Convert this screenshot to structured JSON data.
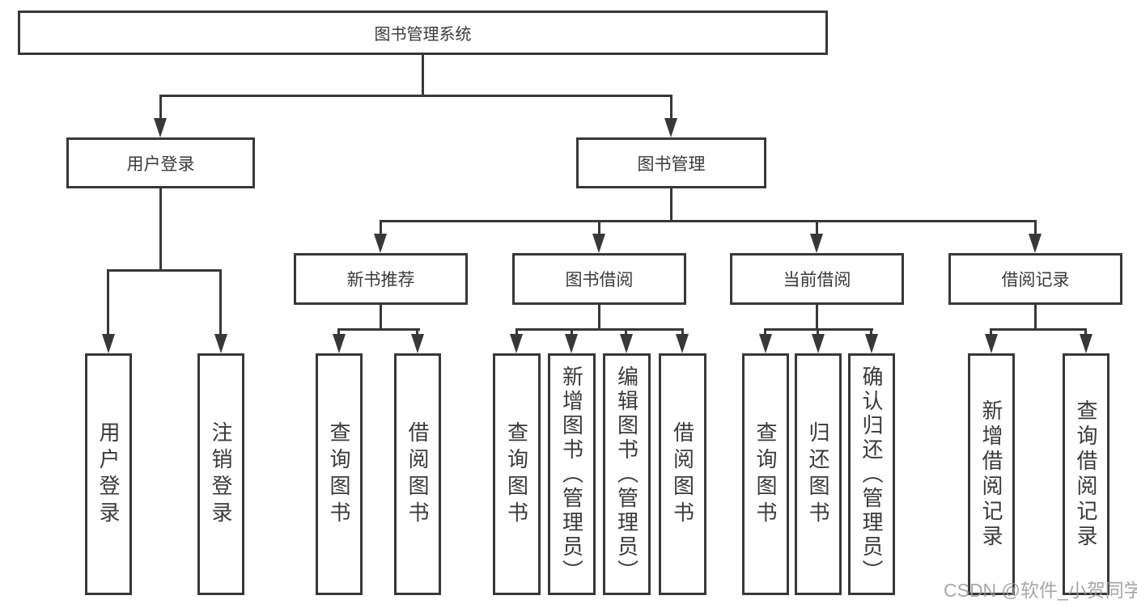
{
  "diagram": {
    "root": {
      "label": "图书管理系统"
    },
    "level1": [
      {
        "label": "用户登录",
        "children": [
          {
            "label": "用户登录"
          },
          {
            "label": "注销登录"
          }
        ]
      },
      {
        "label": "图书管理",
        "children": [
          {
            "label": "新书推荐",
            "children": [
              {
                "label": "查询图书"
              },
              {
                "label": "借阅图书"
              }
            ]
          },
          {
            "label": "图书借阅",
            "children": [
              {
                "label": "查询图书"
              },
              {
                "label": "新增图书（管理员）"
              },
              {
                "label": "编辑图书（管理员）"
              },
              {
                "label": "借阅图书"
              }
            ]
          },
          {
            "label": "当前借阅",
            "children": [
              {
                "label": "查询图书"
              },
              {
                "label": "归还图书"
              },
              {
                "label": "确认归还（管理员）"
              }
            ]
          },
          {
            "label": "借阅记录",
            "children": [
              {
                "label": "新增借阅记录"
              },
              {
                "label": "查询借阅记录"
              }
            ]
          }
        ]
      }
    ]
  },
  "watermark": {
    "text": "CSDN @软件_小贺同学"
  },
  "colors": {
    "line": "#383838",
    "text": "#3a3a3a",
    "background": "#ffffff",
    "watermark": "#969696"
  }
}
